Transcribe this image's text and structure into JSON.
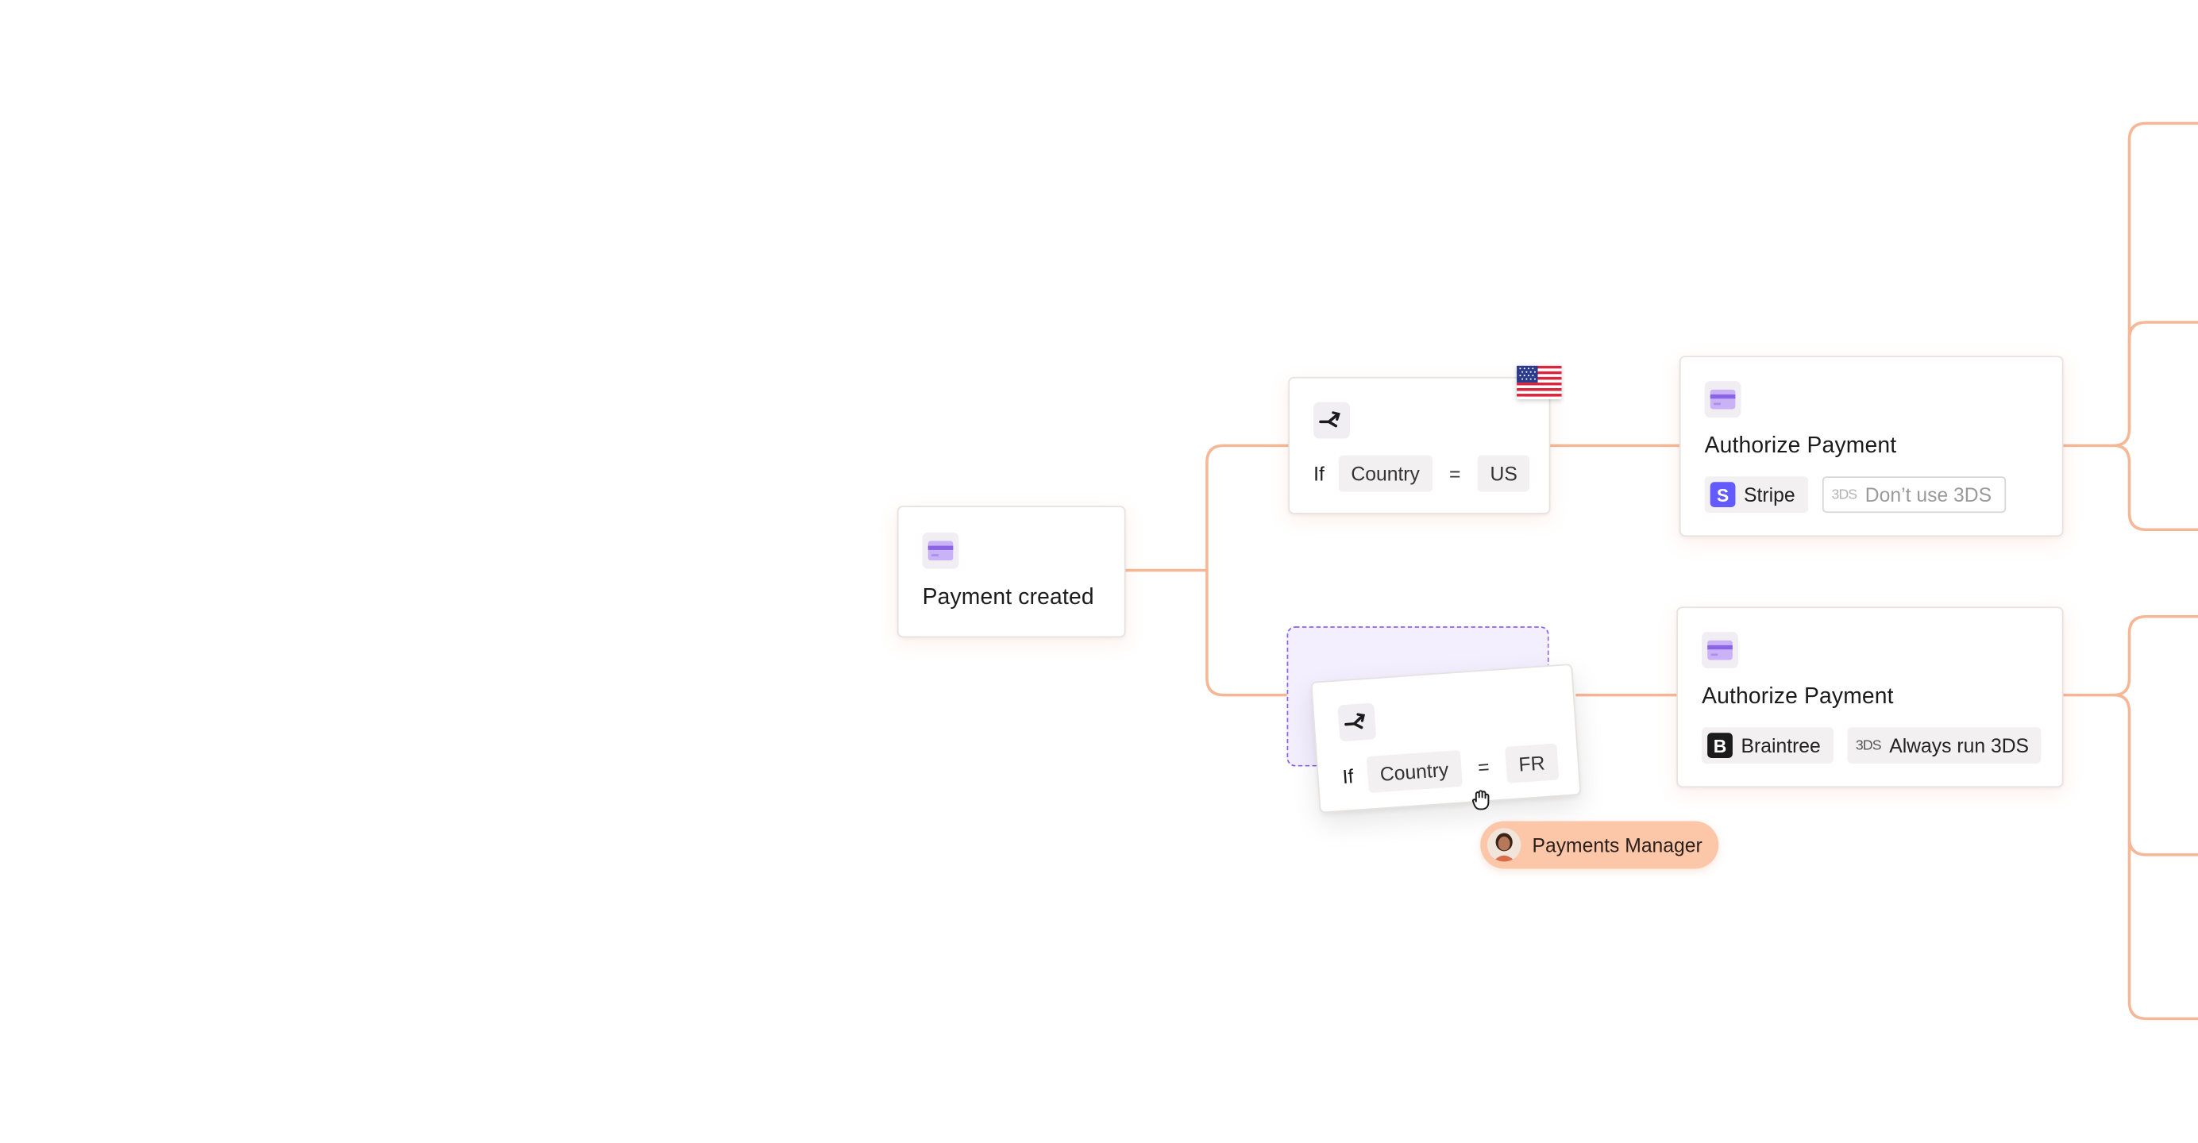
{
  "colors": {
    "connector": "#f6b796",
    "accent_purple": "#8a63e6",
    "stripe_brand": "#635bff",
    "braintree_brand": "#1b1b1b",
    "user_badge": "#fcc7a9"
  },
  "trigger": {
    "icon": "credit-card-icon",
    "title": "Payment created"
  },
  "conditions": [
    {
      "icon": "branch-icon",
      "if_label": "If",
      "field": "Country",
      "operator": "=",
      "value": "US",
      "flag_icon": "us-flag-icon"
    },
    {
      "icon": "branch-icon",
      "if_label": "If",
      "field": "Country",
      "operator": "=",
      "value": "FR",
      "state": "dragging"
    }
  ],
  "actions": [
    {
      "icon": "credit-card-icon",
      "title": "Authorize Payment",
      "provider": {
        "logo_letter": "S",
        "name": "Stripe"
      },
      "threeds": {
        "mark": "3DS",
        "label": "Don’t use 3DS",
        "enabled": false
      }
    },
    {
      "icon": "credit-card-icon",
      "title": "Authorize Payment",
      "provider": {
        "logo_letter": "B",
        "name": "Braintree"
      },
      "threeds": {
        "mark": "3DS",
        "label": "Always run 3DS",
        "enabled": true
      }
    }
  ],
  "cursor": {
    "icon": "grab-hand-icon",
    "user_label": "Payments Manager"
  }
}
